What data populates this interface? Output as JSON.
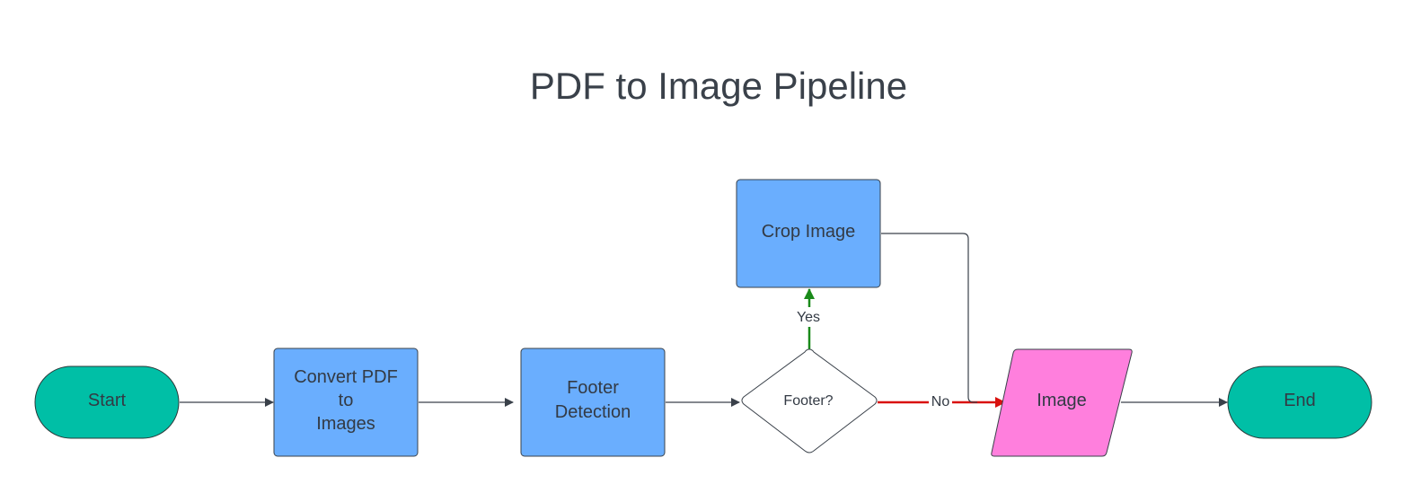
{
  "title": "PDF to Image Pipeline",
  "colors": {
    "terminal": "#00bfa6",
    "process": "#6aaefe",
    "decision": "#ffffff",
    "io": "#ff7fdd",
    "edge": "#3a414a",
    "yes": "#1a8a1a",
    "no": "#d9110e"
  },
  "nodes": {
    "start": "Start",
    "convert": [
      "Convert PDF",
      "to",
      "Images"
    ],
    "footer_detection": [
      "Footer",
      "Detection"
    ],
    "decision": "Footer?",
    "crop": "Crop Image",
    "image": "Image",
    "end": "End"
  },
  "edges": {
    "yes": "Yes",
    "no": "No"
  }
}
